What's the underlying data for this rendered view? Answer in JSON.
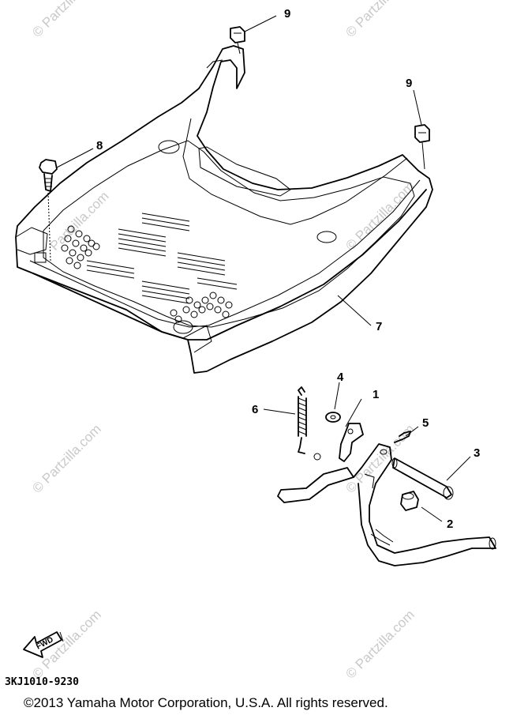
{
  "callouts": {
    "c1": "1",
    "c2": "2",
    "c3": "3",
    "c4": "4",
    "c5": "5",
    "c6": "6",
    "c7": "7",
    "c8": "8",
    "c9a": "9",
    "c9b": "9"
  },
  "watermarks": {
    "w1": "© Partzilla.com",
    "w2": "© Partzilla.com",
    "w3": "Partzilla.com",
    "w4": "© Partzilla.com",
    "w5": "© Partzilla.com",
    "w6": "© Partzilla.com",
    "w7": "© Partzilla.com",
    "w8": "© Partzilla.com"
  },
  "fwd_label": "FWD",
  "diagram_code": "3KJ1010-9230",
  "copyright": "©2013 Yamaha Motor Corporation, U.S.A. All rights reserved."
}
